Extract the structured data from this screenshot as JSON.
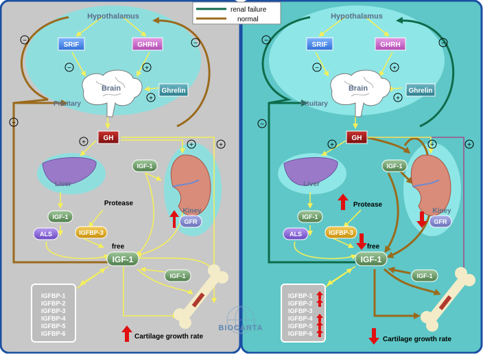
{
  "legend": {
    "renal_failure": "renal failure",
    "normal": "normal",
    "renal_failure_color": "#0e6b4a",
    "normal_color": "#9a6a1c"
  },
  "colors": {
    "left_panel_bg": "#c8c8c8",
    "right_panel_bg": "#5fc7c7",
    "frame_blue": "#1a4fa3",
    "ellipse_fill": "#8fdede",
    "signal_yellow": "#f5ef5a",
    "increase_red": "#e01010"
  },
  "left": {
    "hypothalamus": "Hypothalamus",
    "srif": "SRIF",
    "ghrh": "GHRH",
    "brain": "Brain",
    "ghrelin": "Ghrelin",
    "pituitary": "Pituitary",
    "gh": "GH",
    "liver": "Liver",
    "igf1_liver": "IGF-1",
    "protease": "Protease",
    "als": "ALS",
    "igfbp3": "IGFBP-3",
    "free": "free",
    "igf1_free": "IGF-1",
    "igf1_kidney": "IGF-1",
    "kidney": "Kiney",
    "gfr": "GFR",
    "igf1_bone": "IGF-1",
    "igfbp_list": [
      "IGFBP-1",
      "IGFBP-2",
      "IGFBP-3",
      "IGFBP-4",
      "IGFBP-5",
      "IGFBP-6"
    ],
    "cartilage": "Cartilage growth rate",
    "minus": "−",
    "plus": "+"
  },
  "right": {
    "hypothalamus": "Hypothalamus",
    "srif": "SRIF",
    "ghrh": "GHRH",
    "brain": "Brain",
    "ghrelin": "Ghrelin",
    "pituitary": "Pituitary",
    "gh": "GH",
    "liver": "Liver",
    "igf1_liver": "IGF-1",
    "protease": "Protease",
    "als": "ALS",
    "igfbp3": "IGFBP-3",
    "free": "free",
    "igf1_free": "IGF-1",
    "igf1_kidney": "IGF-1",
    "kidney": "Kiney",
    "gfr": "GFR",
    "igf1_bone": "IGF-1",
    "igfbp_list": [
      "IGFBP-1",
      "IGFBP-2",
      "IGFBP-3",
      "IGFBP-4",
      "IGFBP-5",
      "IGFBP-6"
    ],
    "cartilage": "Cartilage growth rate",
    "minus": "−",
    "plus": "+"
  },
  "watermark": "BIOCARTA"
}
